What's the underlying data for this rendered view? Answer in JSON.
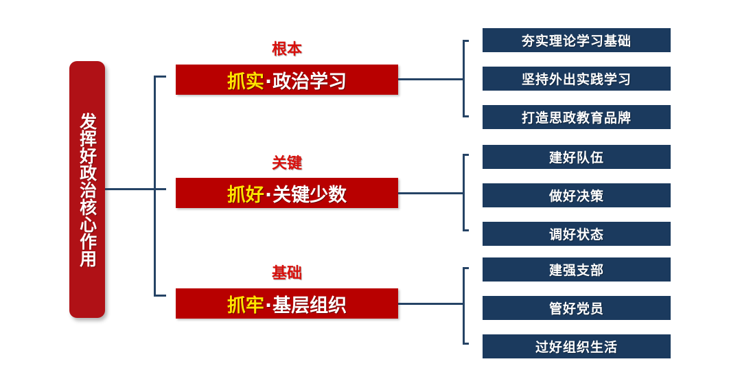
{
  "diagram": {
    "root": {
      "label": "发挥好政治核心作用",
      "color": "#B01116"
    },
    "branches": [
      {
        "tag": "根本",
        "accent": "抓实",
        "separator": "·",
        "rest": "政治学习",
        "box_color": "#B80000",
        "accent_color": "#FFE400",
        "tag_color": "#D8100C",
        "leaves": [
          "夯实理论学习基础",
          "坚持外出实践学习",
          "打造思政教育品牌"
        ]
      },
      {
        "tag": "关键",
        "accent": "抓好",
        "separator": "·",
        "rest": "关键少数",
        "box_color": "#B80000",
        "accent_color": "#FFE400",
        "tag_color": "#D8100C",
        "leaves": [
          "建好队伍",
          "做好决策",
          "调好状态"
        ]
      },
      {
        "tag": "基础",
        "accent": "抓牢",
        "separator": "·",
        "rest": "基层组织",
        "box_color": "#B80000",
        "accent_color": "#FFE400",
        "tag_color": "#D8100C",
        "leaves": [
          "建强支部",
          "管好党员",
          "过好组织生活"
        ]
      }
    ],
    "connector_color": "#254365"
  }
}
